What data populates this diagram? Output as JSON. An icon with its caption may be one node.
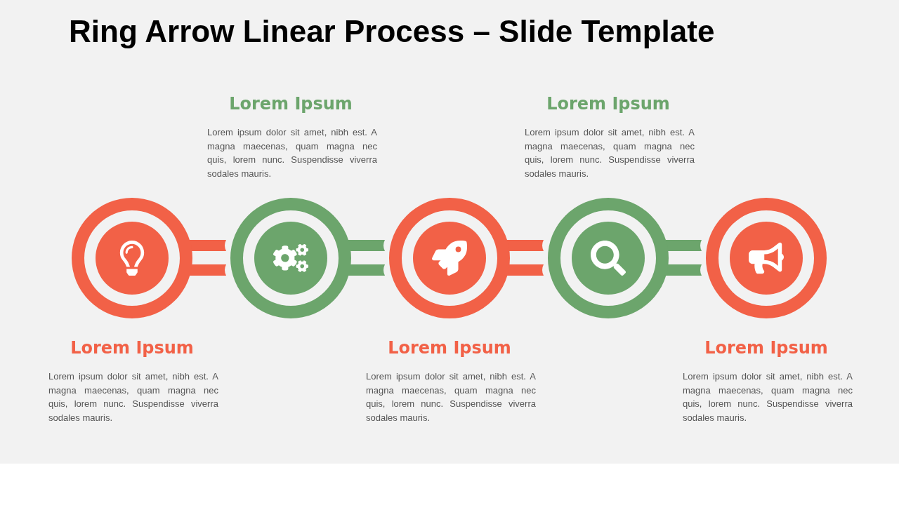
{
  "diagram": {
    "title": "Ring Arrow Linear Process – Slide Template",
    "nodes": [
      {
        "text": [],
        "shape": "circle",
        "beside": [
          "Lorem Ipsum",
          "Lorem ipsum dolor sit amet, nibh est. A magna maecenas, quam magna nec quis, lorem nunc. Suspendisse viverra sodales mauris."
        ]
      },
      {
        "text": [],
        "shape": "circle",
        "beside": [
          "Lorem Ipsum",
          "Lorem ipsum dolor sit amet, nibh est. A magna maecenas, quam magna nec quis, lorem nunc. Suspendisse viverra sodales mauris."
        ]
      },
      {
        "text": [],
        "shape": "circle",
        "beside": [
          "Lorem Ipsum",
          "Lorem ipsum dolor sit amet, nibh est. A magna maecenas, quam magna nec quis, lorem nunc. Suspendisse viverra sodales mauris."
        ]
      },
      {
        "text": [],
        "shape": "circle",
        "beside": [
          "Lorem Ipsum",
          "Lorem ipsum dolor sit amet, nibh est. A magna maecenas, quam magna nec quis, lorem nunc. Suspendisse viverra sodales mauris."
        ]
      },
      {
        "text": [],
        "shape": "circle",
        "beside": [
          "Lorem Ipsum",
          "Lorem ipsum dolor sit amet, nibh est. A magna maecenas, quam magna nec quis, lorem nunc. Suspendisse viverra sodales mauris."
        ]
      }
    ],
    "edges": [
      {
        "from": 0,
        "to": 1,
        "arrow": "none",
        "style": "thick",
        "color": "#f26147"
      },
      {
        "from": 1,
        "to": 2,
        "arrow": "none",
        "style": "thick",
        "color": "#6ca56c"
      },
      {
        "from": 2,
        "to": 3,
        "arrow": "none",
        "style": "thick",
        "color": "#f26147"
      },
      {
        "from": 3,
        "to": 4,
        "arrow": "none",
        "style": "thick",
        "color": "#6ca56c"
      }
    ]
  }
}
